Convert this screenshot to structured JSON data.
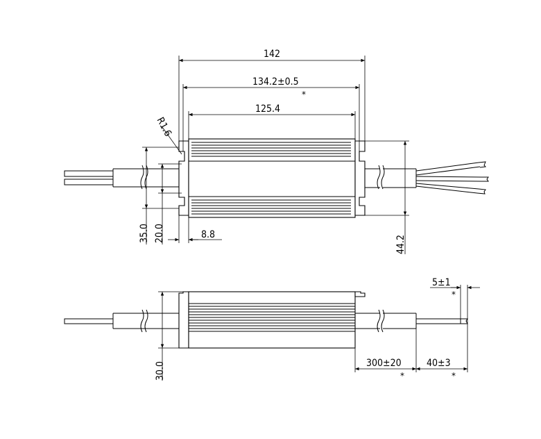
{
  "top_view": {
    "overall_length": "142",
    "mount_hole_spacing": "134.2±0.5",
    "mount_hole_spacing_mark": "*",
    "body_length": "125.4",
    "corner_radius": "R1.6",
    "flange_width": "8.8",
    "overall_width": "44.2",
    "body_width": "35.0",
    "slot_width": "20.0"
  },
  "side_view": {
    "height": "30.0",
    "cable_length": "300±20",
    "cable_length_mark": "*",
    "wire_strip_length": "40±3",
    "wire_strip_length_mark": "*",
    "wire_tip_length": "5±1",
    "wire_tip_length_mark": "*"
  }
}
